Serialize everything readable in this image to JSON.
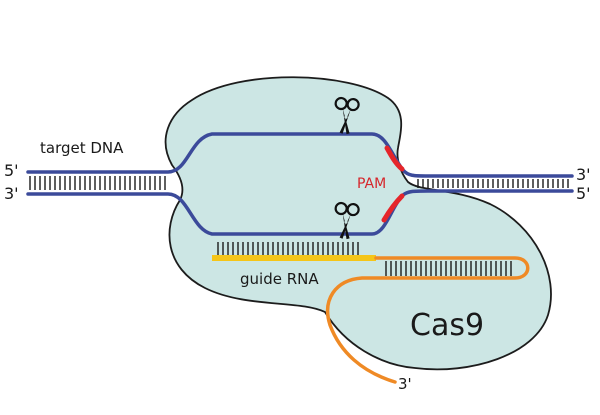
{
  "labels": {
    "target_dna": "target DNA",
    "left_top_end": "5'",
    "left_bottom_end": "3'",
    "right_top_end": "3'",
    "right_bottom_end": "5'",
    "pam": "PAM",
    "guide_rna": "guide RNA",
    "cas9": "Cas9",
    "rna_end": "3'"
  },
  "colors": {
    "protein_fill": "#cce6e4",
    "protein_stroke": "#1c1c1c",
    "dna_strand": "#3b4a9a",
    "pam": "#e5252a",
    "pam_text": "#d6262b",
    "guide_rna_yellow": "#f5c518",
    "rna_orange": "#ef8a25",
    "bases": "#1a1a1a"
  },
  "icons": [
    "scissors-icon",
    "scissors-icon"
  ]
}
